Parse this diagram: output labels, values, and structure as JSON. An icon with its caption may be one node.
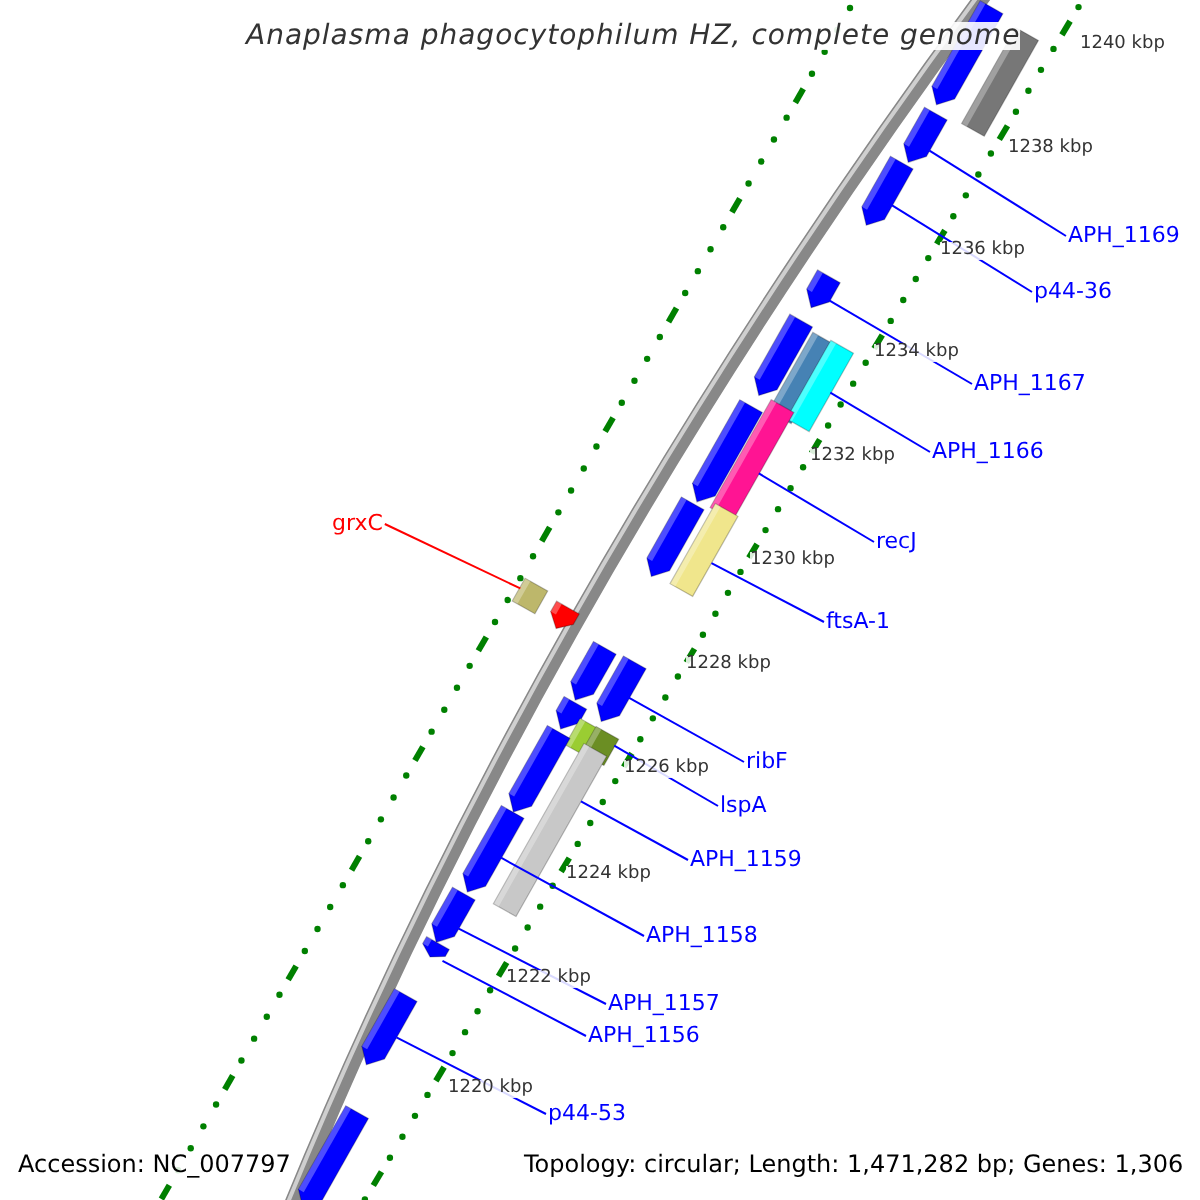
{
  "diagram": {
    "title": "Anaplasma phagocytophilum HZ, complete genome",
    "nodes": [
      {
        "text": [
          "grxC"
        ]
      },
      {
        "text": [
          "APH_1169"
        ]
      },
      {
        "text": [
          "p44-36"
        ]
      },
      {
        "text": [
          "APH_1167"
        ]
      },
      {
        "text": [
          "APH_1166"
        ]
      },
      {
        "text": [
          "recJ"
        ]
      },
      {
        "text": [
          "ftsA-1"
        ]
      },
      {
        "text": [
          "ribF"
        ]
      },
      {
        "text": [
          "lspA"
        ]
      },
      {
        "text": [
          "APH_1159"
        ]
      },
      {
        "text": [
          "APH_1158"
        ]
      },
      {
        "text": [
          "APH_1157"
        ]
      },
      {
        "text": [
          "APH_1156"
        ]
      },
      {
        "text": [
          "p44-53"
        ]
      },
      {
        "text": [],
        "shape": "pentagon"
      },
      {
        "text": [],
        "shape": "pentagon"
      },
      {
        "text": [],
        "shape": "pentagon"
      },
      {
        "text": [],
        "shape": "box"
      },
      {
        "text": [],
        "shape": "box"
      },
      {
        "text": [],
        "shape": "box"
      },
      {
        "text": [],
        "shape": "box"
      },
      {
        "text": [],
        "shape": "pentagon"
      },
      {
        "text": [],
        "shape": "box"
      },
      {
        "text": [],
        "shape": "box"
      },
      {
        "text": [],
        "shape": "pentagon"
      },
      {
        "text": [],
        "shape": "pentagon"
      },
      {
        "text": [],
        "shape": "pentagon"
      },
      {
        "text": [],
        "shape": "pentagon"
      }
    ],
    "edges": [
      {
        "from": 0,
        "to": 20,
        "arrow": "none",
        "color": "#ff0000"
      },
      {
        "from": 1,
        "to": 14,
        "arrow": "none"
      },
      {
        "from": 2,
        "to": 15,
        "arrow": "none"
      },
      {
        "from": 3,
        "to": 16,
        "arrow": "none"
      },
      {
        "from": 4,
        "to": 17,
        "arrow": "none"
      },
      {
        "from": 5,
        "to": 18,
        "arrow": "none"
      },
      {
        "from": 6,
        "to": 19,
        "arrow": "none"
      },
      {
        "from": 7,
        "to": 21,
        "arrow": "none"
      },
      {
        "from": 8,
        "to": 22,
        "arrow": "none"
      },
      {
        "from": 9,
        "to": 23,
        "arrow": "none"
      },
      {
        "from": 10,
        "to": 24,
        "arrow": "none"
      },
      {
        "from": 11,
        "to": 25,
        "arrow": "none"
      },
      {
        "from": 12,
        "to": 26,
        "arrow": "none"
      },
      {
        "from": 13,
        "to": 27,
        "arrow": "none"
      }
    ],
    "labels": [
      "1240 kbp",
      "1238 kbp",
      "1236 kbp",
      "1234 kbp",
      "1232 kbp",
      "1230 kbp",
      "1228 kbp",
      "1226 kbp",
      "1224 kbp",
      "1222 kbp",
      "1220 kbp",
      "Accession: NC_007797",
      "Topology: circular; Length: 1,471,282 bp; Genes: 1,306"
    ]
  }
}
